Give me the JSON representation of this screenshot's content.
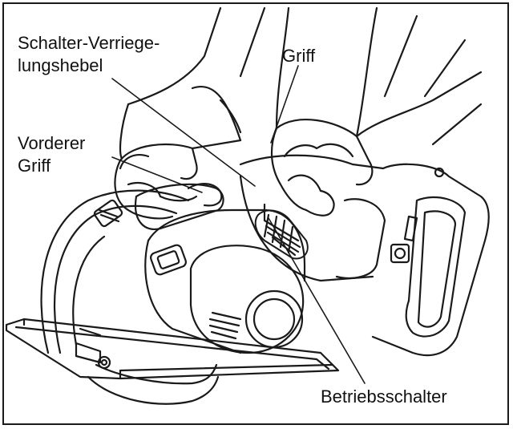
{
  "labels": {
    "switch_lock_line1": "Schalter-Verriege-",
    "switch_lock_line2": "lungshebel",
    "handle": "Griff",
    "front_handle_line1": "Vorderer",
    "front_handle_line2": "Griff",
    "trigger_switch": "Betriebsschalter"
  },
  "colors": {
    "line": "#1a1a1a",
    "background": "#ffffff"
  }
}
